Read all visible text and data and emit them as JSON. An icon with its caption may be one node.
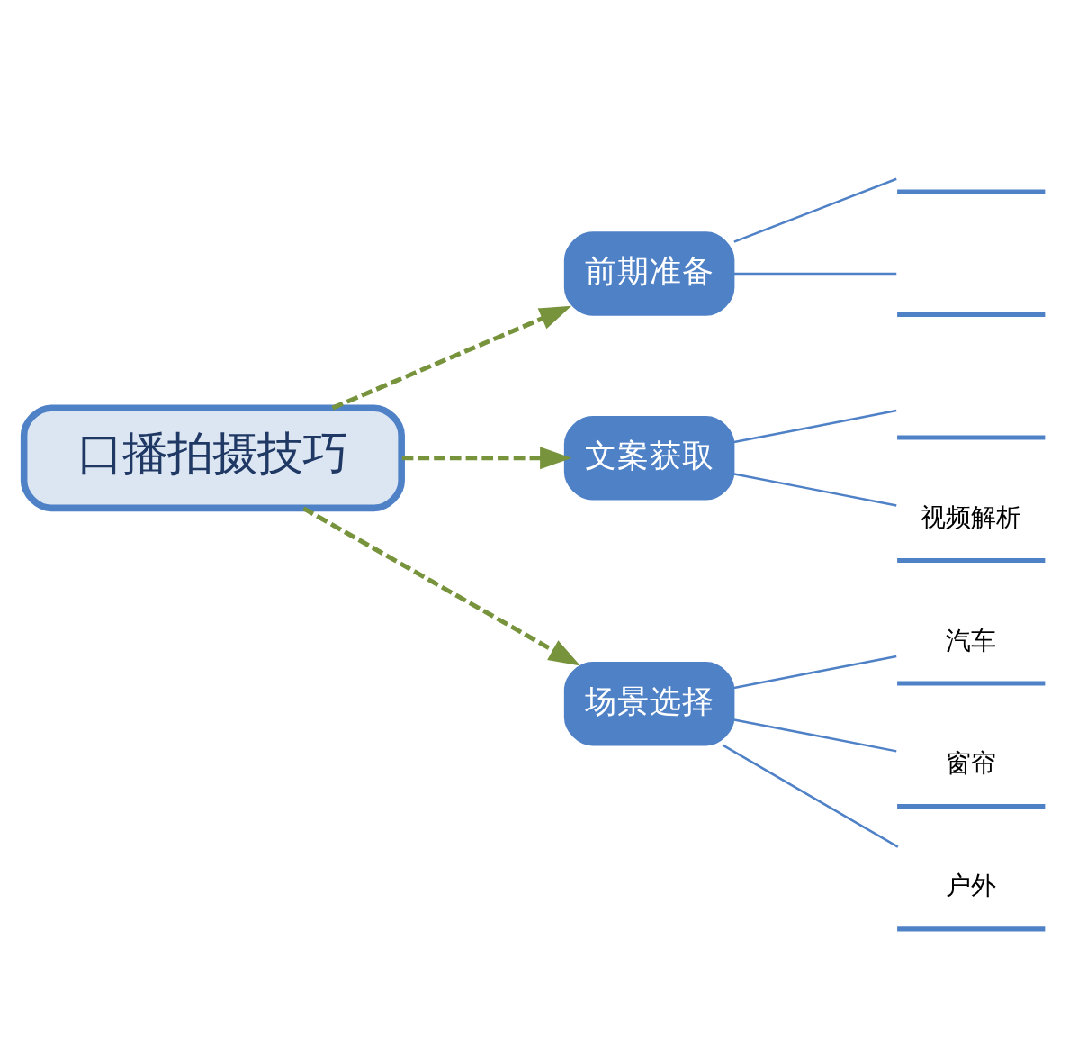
{
  "diagram": {
    "nodes": [
      {
        "text": [
          "口播拍摄技巧"
        ]
      },
      {
        "text": [
          "前期准备"
        ]
      },
      {
        "text": [],
        "shape": "bar"
      },
      {
        "text": [],
        "shape": "bar"
      },
      {
        "text": [
          "文案获取"
        ]
      },
      {
        "text": [],
        "shape": "bar"
      },
      {
        "text": [
          "视频解析"
        ]
      },
      {
        "text": [
          "场景选择"
        ]
      },
      {
        "text": [
          "汽车"
        ]
      },
      {
        "text": [
          "窗帘"
        ]
      },
      {
        "text": [
          "户外"
        ]
      }
    ],
    "edges": [
      {
        "from": 0,
        "to": 1,
        "arrow": "to",
        "style": "dashed",
        "color": "#77933c"
      },
      {
        "from": 1,
        "to": 2,
        "arrow": "none"
      },
      {
        "from": 1,
        "to": 3,
        "arrow": "none"
      },
      {
        "from": 0,
        "to": 4,
        "arrow": "to",
        "style": "dashed",
        "color": "#77933c"
      },
      {
        "from": 4,
        "to": 5,
        "arrow": "none"
      },
      {
        "from": 4,
        "to": 6,
        "arrow": "none"
      },
      {
        "from": 0,
        "to": 7,
        "arrow": "to",
        "style": "dashed",
        "color": "#77933c"
      },
      {
        "from": 7,
        "to": 8,
        "arrow": "none"
      },
      {
        "from": 7,
        "to": 9,
        "arrow": "none"
      },
      {
        "from": 7,
        "to": 10,
        "arrow": "none"
      }
    ]
  }
}
